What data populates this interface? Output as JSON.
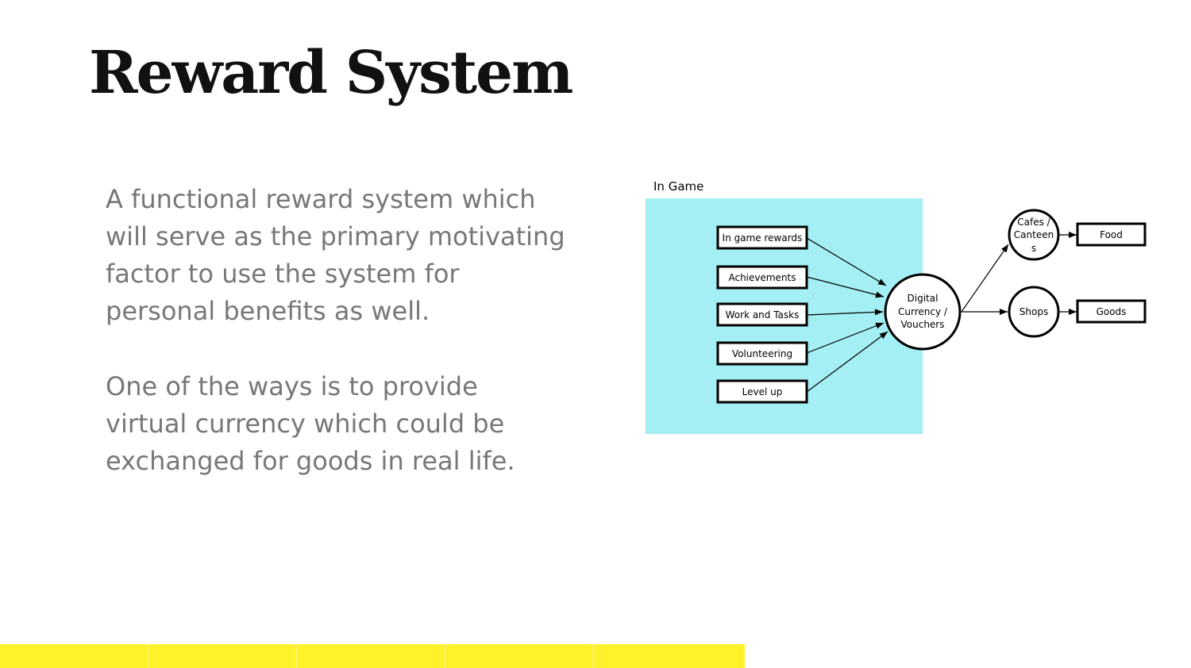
{
  "slide": {
    "title": "Reward System",
    "paragraphs": [
      "A functional reward system which will serve as the primary motivating factor to use the system for personal benefits as well.",
      "One of the ways is to provide virtual currency which could be exchanged for goods in real life."
    ]
  },
  "diagram": {
    "group_label": "In Game",
    "inputs": [
      "In game rewards",
      "Achievements",
      "Work and Tasks",
      "Volunteering",
      "Level up"
    ],
    "hub_lines": [
      "Digital",
      "Currency /",
      "Vouchers"
    ],
    "outlets": [
      {
        "lines": [
          "Cafes /",
          "Canteen",
          "s"
        ],
        "product": "Food"
      },
      {
        "lines": [
          "Shops"
        ],
        "product": "Goods"
      }
    ]
  },
  "colors": {
    "title": "#111111",
    "body_text": "#777777",
    "group_fill": "#a3eff3",
    "accent_bar": "#fff22a",
    "stroke": "#000000"
  }
}
